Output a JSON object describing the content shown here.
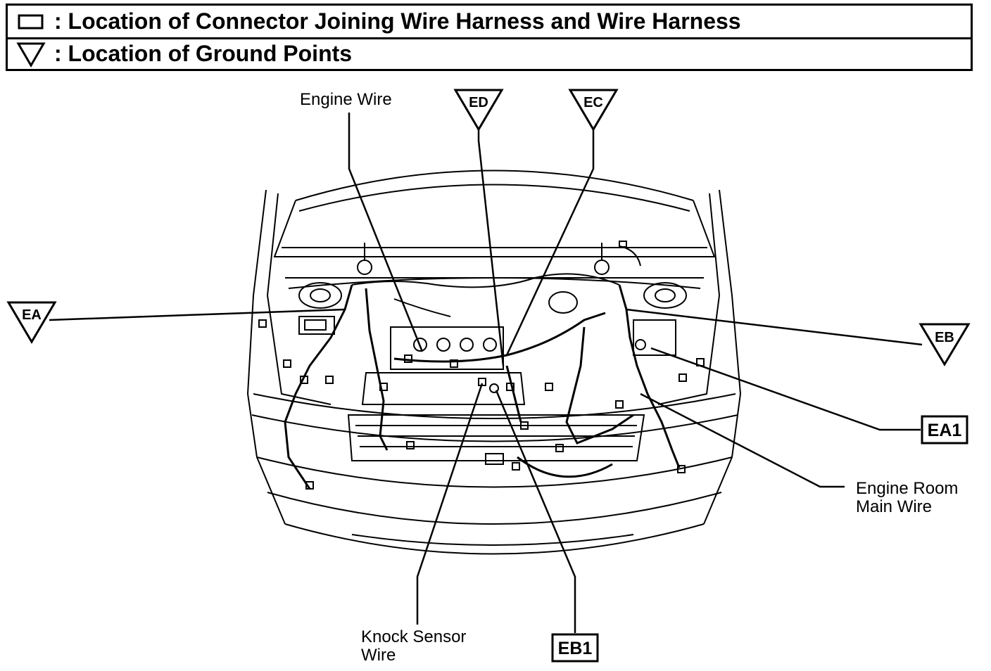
{
  "legend": {
    "connector_text": ": Location of Connector Joining Wire Harness and Wire Harness",
    "ground_text": ": Location of Ground Points"
  },
  "labels": {
    "engine_wire": "Engine Wire",
    "engine_room_main_wire_1": "Engine Room",
    "engine_room_main_wire_2": "Main Wire",
    "knock_sensor_wire_1": "Knock Sensor",
    "knock_sensor_wire_2": "Wire"
  },
  "ground_points": {
    "ea": "EA",
    "eb": "EB",
    "ec": "EC",
    "ed": "ED"
  },
  "connectors": {
    "ea1": "EA1",
    "eb1": "EB1"
  }
}
